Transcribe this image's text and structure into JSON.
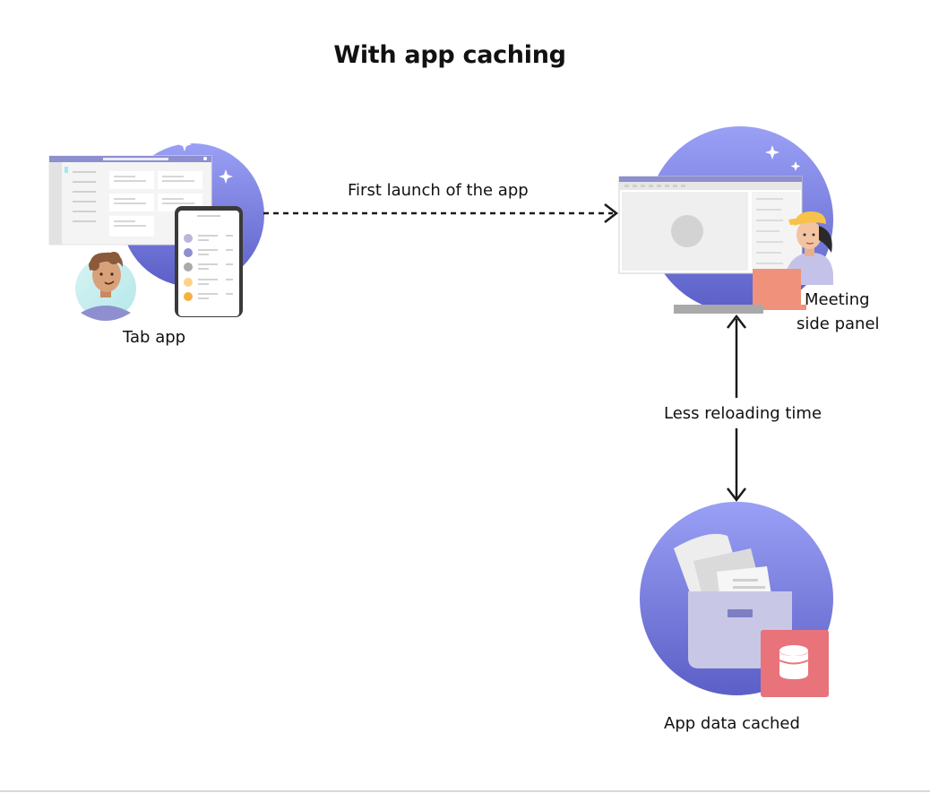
{
  "title": "With app caching",
  "nodes": {
    "tab_app": {
      "label": "Tab app",
      "icon": "tab-app-illustration"
    },
    "meeting": {
      "label_line1": "Meeting",
      "label_line2": "side panel",
      "icon": "meeting-side-panel-illustration"
    },
    "cached": {
      "label": "App data cached",
      "icon": "app-data-cached-illustration"
    }
  },
  "edges": {
    "first_launch": {
      "label": "First launch of the app",
      "style": "dashed"
    },
    "reloading": {
      "label": "Less reloading time",
      "style": "solid-bidirectional"
    }
  },
  "colors": {
    "circle_top": "#9aa0f5",
    "circle_bottom": "#5b5fc7",
    "database_badge": "#e8737a",
    "arrow": "#1a1a1a"
  }
}
